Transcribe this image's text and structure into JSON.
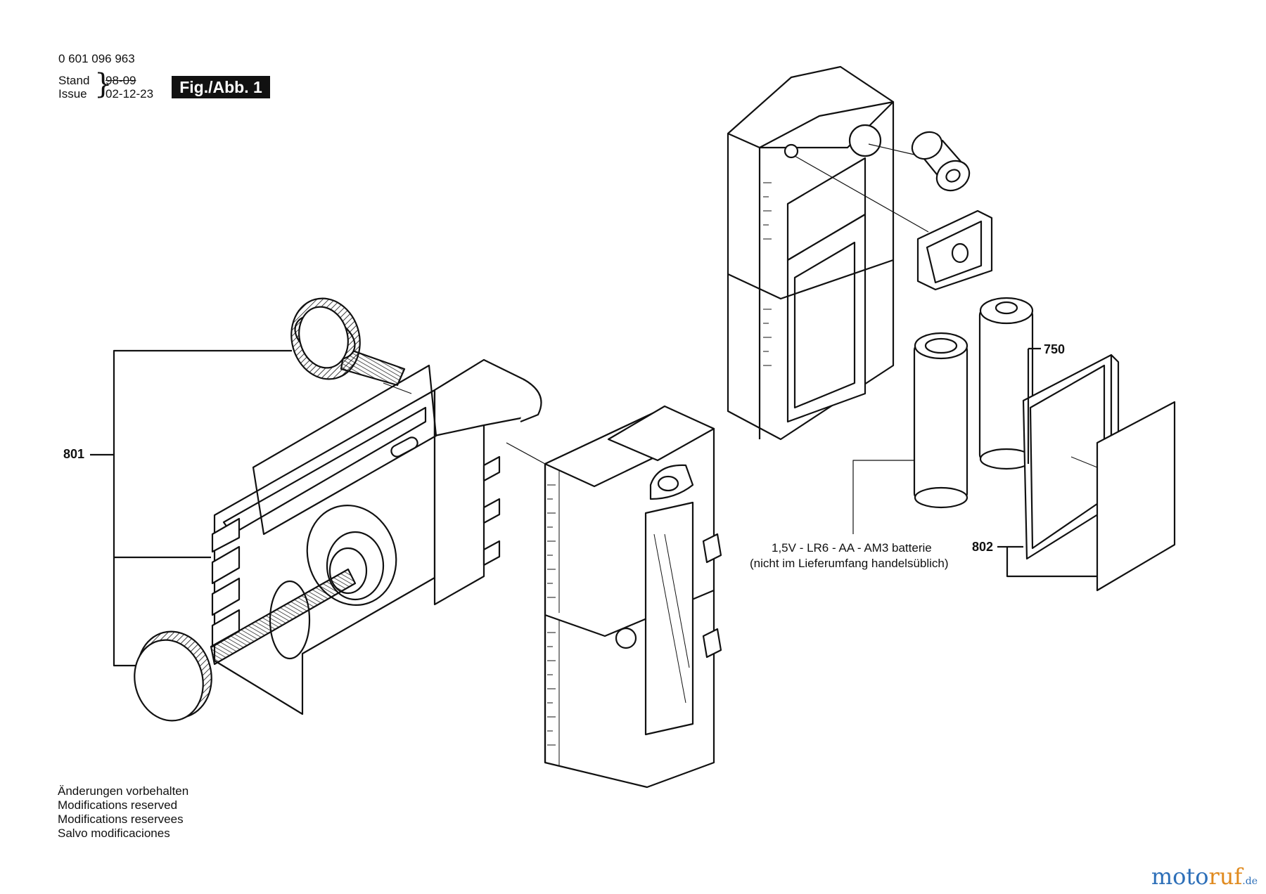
{
  "header": {
    "part_number": "0 601 096 963",
    "stand_label": "Stand",
    "issue_label": "Issue",
    "stand_date": "98-09",
    "issue_date": "02-12-23",
    "figure_tag": "Fig./Abb. 1"
  },
  "callouts": {
    "clamp_assembly": "801",
    "batteries": "750",
    "cover": "802"
  },
  "battery_note": {
    "line1": "1,5V - LR6 - AA - AM3 batterie",
    "line2": "(nicht im Lieferumfang handelsüblich)"
  },
  "footer_notes": [
    "Änderungen vorbehalten",
    "Modifications reserved",
    "Modifications reservees",
    "Salvo modificaciones"
  ],
  "watermark": {
    "part1": "moto",
    "part2": "ruf",
    "part3": ".de"
  }
}
